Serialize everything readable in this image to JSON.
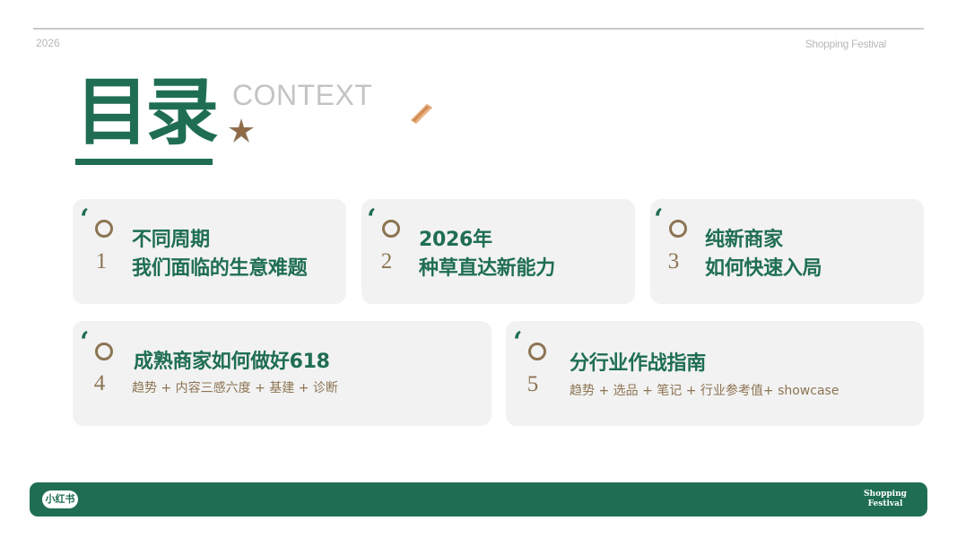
{
  "header": {
    "year": "2026",
    "event": "Shopping Festival"
  },
  "title": {
    "cn": "目录",
    "en": "CONTEXT"
  },
  "cards": [
    {
      "number": "1",
      "title": "不同周期",
      "title2": "我们面临的生意难题"
    },
    {
      "number": "2",
      "title": "2026年",
      "title2": "种草直达新能力"
    },
    {
      "number": "3",
      "title": "纯新商家",
      "title2": "如何快速入局"
    },
    {
      "number": "4",
      "title": "成熟商家如何做好618",
      "sub": "趋势 + 内容三感六度 + 基建 + 诊断"
    },
    {
      "number": "5",
      "title": "分行业作战指南",
      "sub": "趋势 + 选品 + 笔记 + 行业参考值+ showcase"
    }
  ],
  "footer": {
    "logo": "小红书",
    "label_line1": "Shopping",
    "label_line2": "Festival"
  },
  "colors": {
    "accent_green": "#1f6e53",
    "accent_brown": "#8c7453",
    "card_bg": "#f2f2f2"
  },
  "icons": [
    "star-icon",
    "brush-stroke-icon",
    "ring-icon",
    "quote-icon"
  ]
}
